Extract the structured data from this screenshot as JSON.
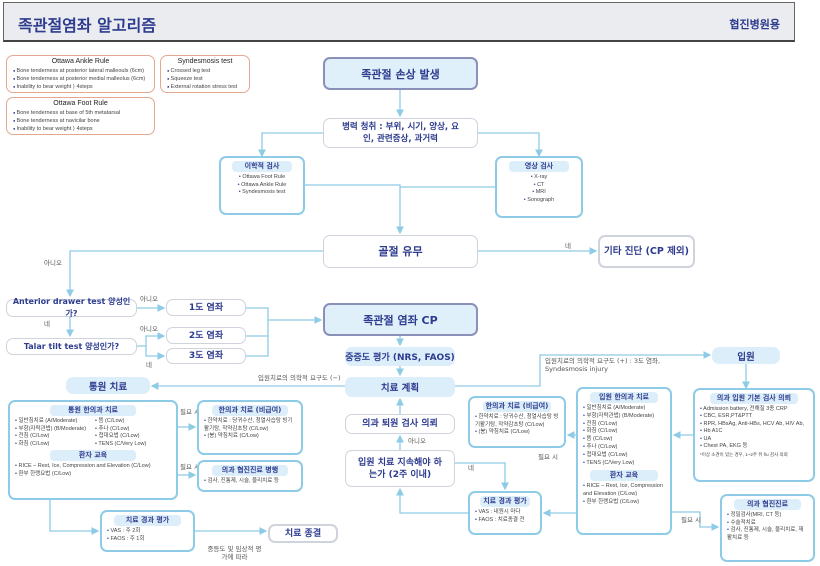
{
  "header": {
    "title": "족관절염좌 알고리즘",
    "subtitle": "협진병원용"
  },
  "refs": {
    "ottawa_ankle": {
      "title": "Ottawa Ankle Rule",
      "items": [
        "Bone tenderness at posterior lateral malleouls (6cm)",
        "Bone tenderness at posterior medial malleolus (6cm)",
        "Inability to bear weight ⟩ 4steps"
      ]
    },
    "syndesmosis": {
      "title": "Syndesmosis test",
      "items": [
        "Crossed leg test",
        "Squeeze test",
        "External rotation stress test"
      ]
    },
    "ottawa_foot": {
      "title": "Ottawa Foot Rule",
      "items": [
        "Bone tenderness at base of 5th metatarsal",
        "Bone tenderness at navicilar bone",
        "Inability to bear weight ⟩ 4steps"
      ]
    }
  },
  "flow": {
    "injury": "족관절 손상 발생",
    "history": "병력 청취 : 부위, 시기, 양상, 요인, 관련증상, 과거력",
    "physical": {
      "title": "이학적 검사",
      "items": [
        "Ottawa Foot Rule",
        "Ottawa Ankle Rule",
        "Syndesmosis test"
      ]
    },
    "imaging": {
      "title": "영상 검사",
      "items": [
        "X-ray",
        "CT",
        "MRI",
        "Sonograph"
      ]
    },
    "fracture": "골절 유무",
    "other_dx": "기타 진단 (CP 제외)",
    "anterior_drawer": "Anterior drawer test 양성인가?",
    "talar_tilt": "Talar tilt test 양성인가?",
    "grade1": "1도 염좌",
    "grade2": "2도 염좌",
    "grade3": "3도 염좌",
    "cp": "족관절 염좌 CP",
    "severity": "중증도 평가 (NRS, FAOS)",
    "plan": "치료 계획",
    "outpatient": "통원 치료",
    "inpatient": "입원",
    "discharge_test": "의과 퇴원 검사 의뢰",
    "continue": "입원 치료 지속해야 하는가 (2주 이내)",
    "end": "치료 종결"
  },
  "labels": {
    "yes": "네",
    "no": "아니오",
    "if_needed": "필요 시",
    "inpatient_minus": "입원치료의 의학적 요구도 (−)",
    "inpatient_plus": "입원치료의 의학적 요구도 (+) : 3도 염좌, Syndesmosis injury",
    "by_severity": "중등도 및 임상적 평가에 따라"
  },
  "outpatient_care": {
    "title": "통원 한의과 치료",
    "col1": [
      "일반침치료 (A/Moderate)",
      "부항(자락관법) (B/Moderate)",
      "전침 (C/Low)",
      "화침 (C/Low)"
    ],
    "col2": [
      "뜸 (C/Low)",
      "추나 (C/Low)",
      "첩대요법 (C/Low)",
      "TENS (C/Very Low)"
    ],
    "edu_title": "환자 교육",
    "edu": [
      "RICE – Rest, Ice, Compression and Elevation (C/Low)",
      "환부 한랭요법 (C/Low)"
    ]
  },
  "out_nonins": {
    "title": "한의과 치료 (비급여)",
    "items": [
      "한약치료 : 당귀수산, 청열사습탕 빙기활기탕, 작약감초탕 (C/Low)",
      "(봉) 약침치료 (C/Low)"
    ]
  },
  "out_coop": {
    "title": "의과 협진진료 병행",
    "items": [
      "검사, 진통제, 시술, 물리치료 등"
    ]
  },
  "out_eval": {
    "title": "치료 경과 평가",
    "items": [
      "VAS : 주 2회",
      "FAOS : 주 1회"
    ]
  },
  "in_nonins": {
    "title": "한의과 치료 (비급여)",
    "items": [
      "한약치료 : 당귀수산, 청열사습탕 빙기활기탕, 작약감초탕 (C/Low)",
      "(봉) 약침치료 (C/Low)"
    ]
  },
  "in_eval": {
    "title": "치료 경과 평가",
    "items": [
      "VAS : 내원시 마다",
      "FAOS : 치료종결 전"
    ]
  },
  "in_care": {
    "title": "입원 한의과 치료",
    "items": [
      "일반침치료 (A/Moderate)",
      "부항(자락관법) (B/Moderate)",
      "전침 (C/Low)",
      "화침 (C/Low)",
      "뜸 (C/Low)",
      "추나 (C/Low)",
      "첩대요법 (C/Low)",
      "TENS (C/Very Low)"
    ],
    "edu_title": "환자 교육",
    "edu": [
      "RICE – Rest, Ice, Compression and Elevation (C/Low)",
      "환부 한랭요법 (C/Low)"
    ]
  },
  "in_tests": {
    "title": "의과 입원 기본 검사 의뢰",
    "items": [
      "Admission battery, 전해질 3종 CRP",
      "CBC, ESR,PT&PTT",
      "RPR, HBsAg, Anti-HBs, HCV Ab, HIV Ab,",
      "Hb A1C",
      "UA",
      "Chest PA, EKG 등"
    ],
    "note": "*이상 소견이 있는 경우, 1~2주 뒤 f/u 검사 의뢰"
  },
  "in_coop": {
    "title": "의과 협진진료",
    "items": [
      "정밀검사(MRI, CT 등)",
      "수술적치료",
      "검사, 진통제, 시술, 물리치료, 재활치료 등"
    ]
  }
}
